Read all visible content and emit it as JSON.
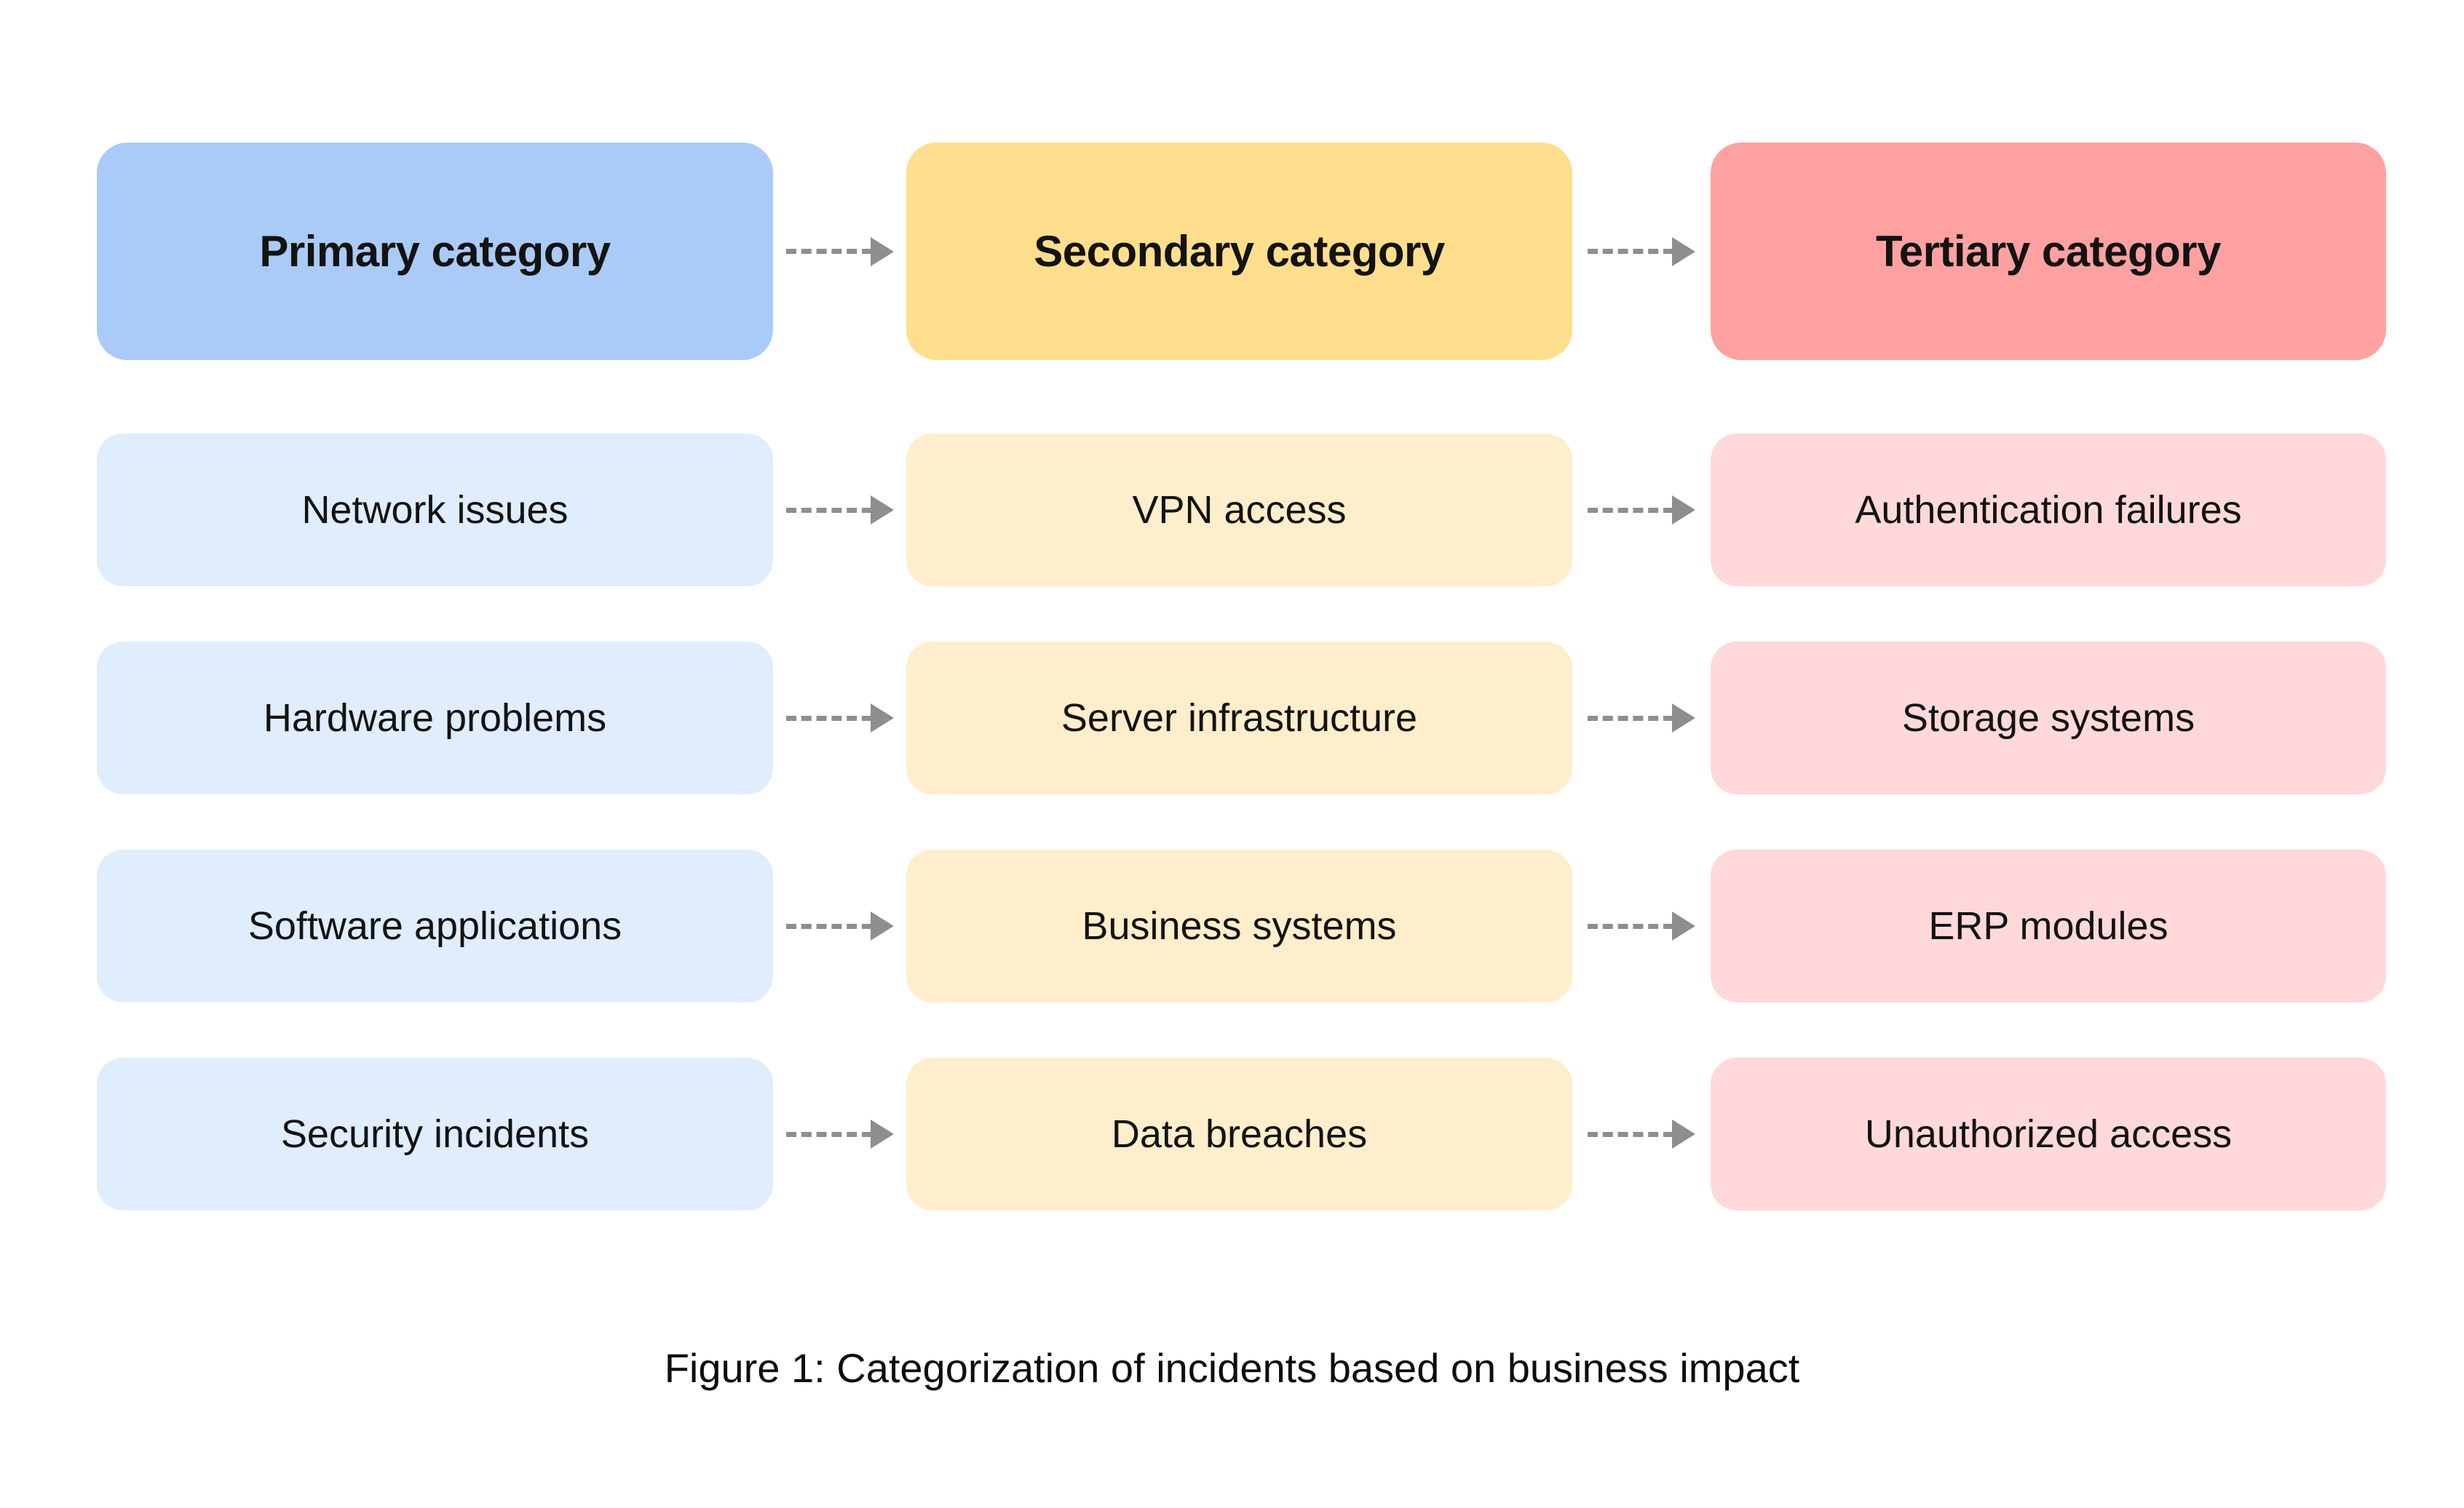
{
  "figure": {
    "caption": "Figure 1: Categorization of incidents based on business impact"
  },
  "columns": [
    {
      "id": "primary",
      "header": "Primary category",
      "header_color": "#AACBF8",
      "cell_color": "#DFEDFC"
    },
    {
      "id": "secondary",
      "header": "Secondary category",
      "header_color": "#FFDE8D",
      "cell_color": "#FEEECB"
    },
    {
      "id": "tertiary",
      "header": "Tertiary category",
      "header_color": "#FFA1A1",
      "cell_color": "#FFD9D9"
    }
  ],
  "rows": [
    {
      "primary": "Network issues",
      "secondary": "VPN access",
      "tertiary": "Authentication failures"
    },
    {
      "primary": "Hardware problems",
      "secondary": "Server infrastructure",
      "tertiary": "Storage systems"
    },
    {
      "primary": "Software applications",
      "secondary": "Business systems",
      "tertiary": "ERP modules"
    },
    {
      "primary": "Security incidents",
      "secondary": "Data breaches",
      "tertiary": "Unauthorized access"
    }
  ],
  "colors": {
    "arrow": "#8E8E8E",
    "text": "#131313",
    "background": "#FFFFFF"
  }
}
